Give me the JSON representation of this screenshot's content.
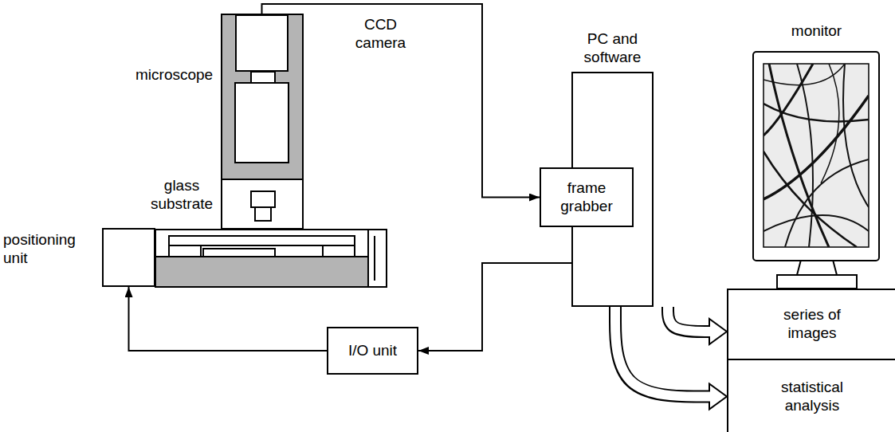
{
  "diagram": {
    "nodes": [
      {
        "text": [
          "CCD camera"
        ]
      },
      {
        "text": [
          "positioning unit"
        ]
      },
      {
        "text": [
          "PC and software"
        ]
      },
      {
        "text": [
          "frame grabber"
        ],
        "in": 2
      },
      {
        "text": [
          "I/O unit"
        ]
      },
      {
        "text": [
          "series of images"
        ]
      },
      {
        "text": [
          "statistical analysis"
        ]
      }
    ],
    "edges": [
      {
        "from": 0,
        "to": 3,
        "arrow": "to"
      },
      {
        "from": 2,
        "to": 4,
        "arrow": "to"
      },
      {
        "from": 4,
        "to": 1,
        "arrow": "to"
      },
      {
        "from": 2,
        "to": 5,
        "arrow": "to"
      },
      {
        "from": 2,
        "to": 6,
        "arrow": "to"
      }
    ],
    "labels": [
      "microscope",
      "glass substrate",
      "monitor"
    ]
  }
}
